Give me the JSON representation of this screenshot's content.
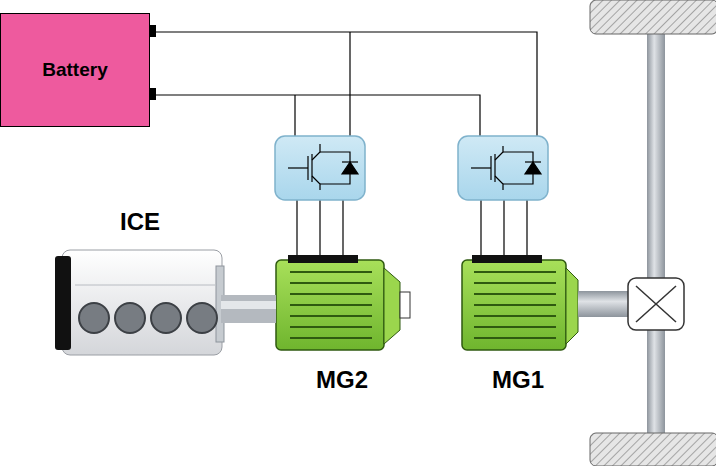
{
  "diagram": {
    "nodes": [
      {
        "text": [
          "Battery"
        ]
      },
      {
        "text": [
          "ICE"
        ]
      },
      {
        "text": [
          "MG2"
        ]
      },
      {
        "text": [
          "MG1"
        ]
      }
    ],
    "edges": [
      {
        "from": 1,
        "to": 2,
        "arrow": "none"
      }
    ]
  }
}
